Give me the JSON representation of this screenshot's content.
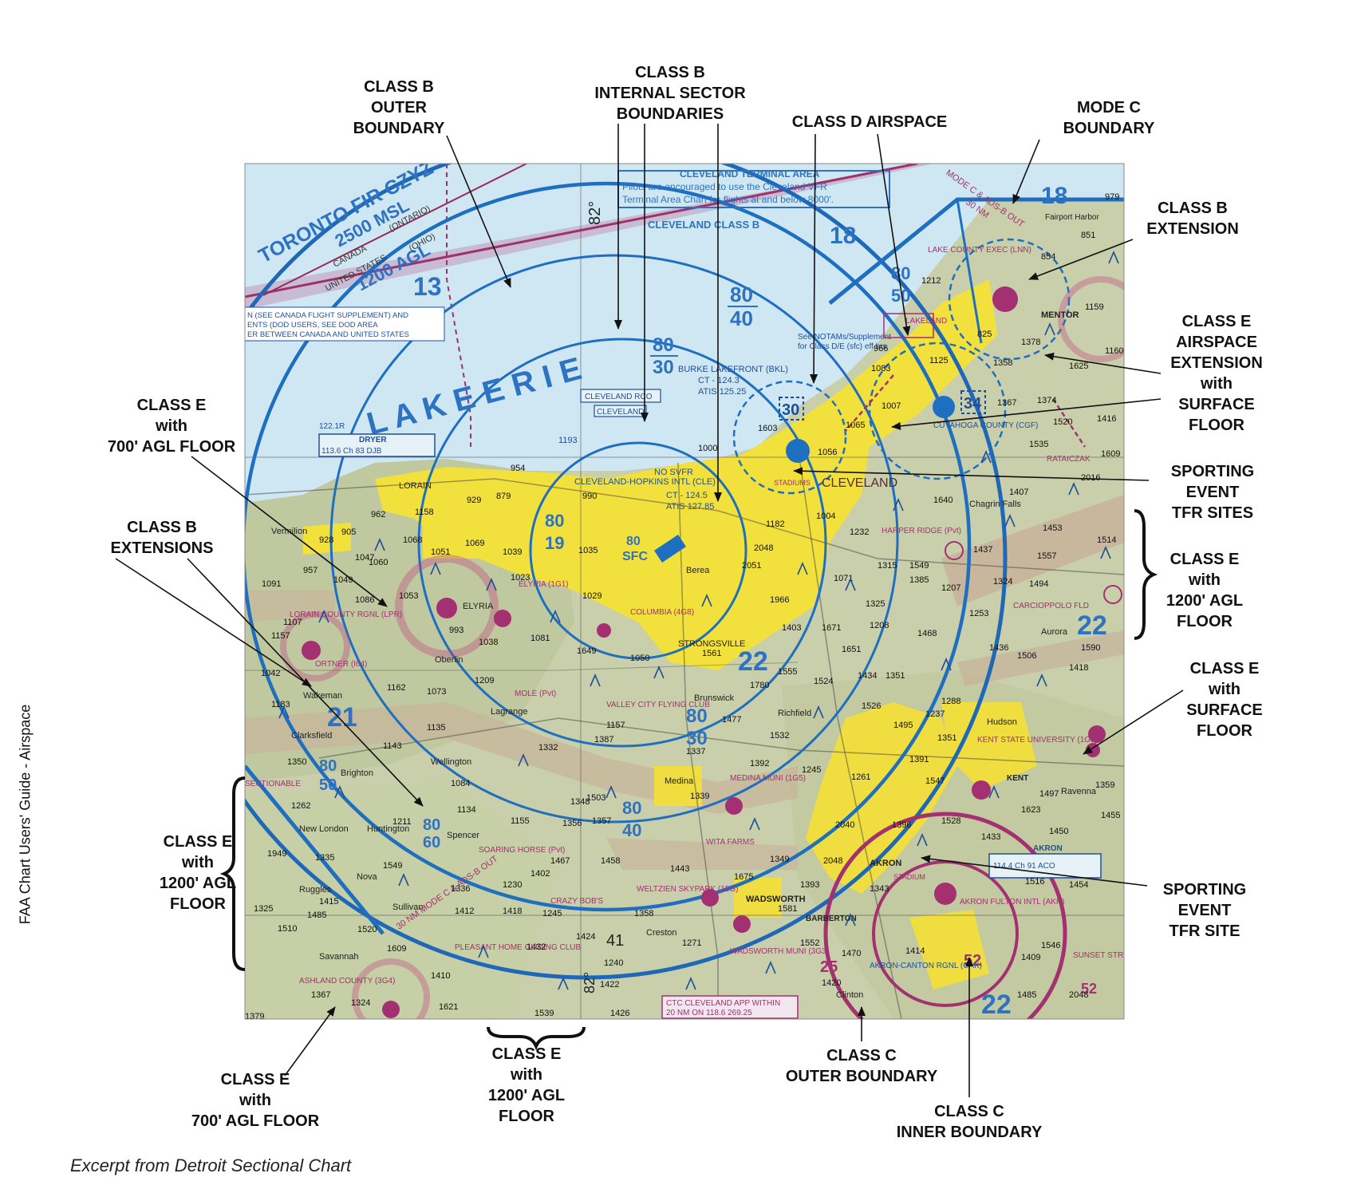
{
  "callouts": {
    "class_b_outer": "CLASS B\nOUTER\nBOUNDARY",
    "class_b_internal": "CLASS B\nINTERNAL SECTOR\nBOUNDARIES",
    "class_d": "CLASS D AIRSPACE",
    "mode_c": "MODE C\nBOUNDARY",
    "class_b_extension_right": "CLASS B\nEXTENSION",
    "class_e_ext_surface": "CLASS E\nAIRSPACE\nEXTENSION\nwith\nSURFACE\nFLOOR",
    "sporting_tfr_sites": "SPORTING\nEVENT\nTFR SITES",
    "class_e_1200_right": "CLASS E\nwith\n1200' AGL\nFLOOR",
    "class_e_surface_right": "CLASS E\nwith\nSURFACE\nFLOOR",
    "sporting_tfr_site": "SPORTING\nEVENT\nTFR SITE",
    "class_c_inner": "CLASS C\nINNER BOUNDARY",
    "class_c_outer": "CLASS C\nOUTER BOUNDARY",
    "class_e_1200_bottom": "CLASS E\nwith\n1200' AGL\nFLOOR",
    "class_e_700_bottom": "CLASS E\nwith\n700' AGL FLOOR",
    "class_e_1200_left": "CLASS E\nwith\n1200' AGL\nFLOOR",
    "class_b_extensions_left": "CLASS B\nEXTENSIONS",
    "class_e_700_left": "CLASS E\nwith\n700' AGL FLOOR"
  },
  "side_label": "FAA Chart Users' Guide  -  Airspace",
  "caption": "Excerpt from Detroit Sectional Chart",
  "map": {
    "lake_name": "L A K E    E R I E",
    "toronto_fir": "TORONTO FIR CZYZ",
    "msl_2500": "2500 MSL",
    "agl_1200": "1200 AGL",
    "canada": "CANADA",
    "ontario": "(ONTARIO)",
    "united_states": "UNITED STATES",
    "ohio": "(OHIO)",
    "meridian_label": "82°",
    "terminal_area_title": "CLEVELAND TERMINAL AREA",
    "terminal_area_line1": "Pilots are encouraged to use the Cleveland VFR",
    "terminal_area_line2": "Terminal Area Chart for flights at and below 8000'.",
    "class_b_name": "CLEVELAND CLASS B",
    "city_cleveland": "CLEVELAND",
    "burke": "BURKE LAKEFRONT (BKL)",
    "burke_ct": "CT - 124.3",
    "burke_atis": "ATIS 125.25",
    "hopkins": "CLEVELAND-HOPKINS INTL (CLE)",
    "hopkins_ct": "CT - 124.5",
    "hopkins_atis": "ATIS 127.85",
    "no_svfr": "NO SVFR",
    "lorain": "LORAIN",
    "elyria": "ELYRIA",
    "vermilion": "Vermilion",
    "oberlin": "Oberlin",
    "wellington": "Wellington",
    "strongsville": "STRONGSVILLE",
    "brunswick": "Brunswick",
    "medina": "Medina",
    "wadsworth": "WADSWORTH",
    "akron": "AKRON",
    "barberton": "BARBERTON",
    "kent": "KENT",
    "hudson": "Hudson",
    "ravenna": "Ravenna",
    "aurora": "Aurora",
    "mentor": "MENTOR",
    "fairport": "Fairport Harbor",
    "chagrin": "Chagrin Falls",
    "berea": "Berea",
    "richfield": "Richfield",
    "lagrange": "Lagrange",
    "new_london": "New London",
    "huntington": "Huntington",
    "spencer": "Spencer",
    "savannah": "Savannah",
    "clinton": "Clinton",
    "creston": "Creston",
    "sullivan": "Sullivan",
    "nova": "Nova",
    "ruggles": "Ruggles",
    "brighton": "Brighton",
    "wakeman": "Wakeman",
    "clarksfield": "Clarksfield",
    "lake_county_exec": "LAKE COUNTY EXEC (LNN)",
    "lakeland": "LAKELAND",
    "cuyahoga": "CUYAHOGA COUNTY (CGF)",
    "harper_ridge": "HARPER RIDGE (Pvt)",
    "columbia": "COLUMBIA (4G8)",
    "lorain_county": "LORAIN COUNTY RGNL (LPR)",
    "medina_muni": "MEDINA MUNI (1G5)",
    "wita_farms": "WITA FARMS",
    "weltzien": "WELTZIEN SKYPARK (15G)",
    "wadsworth_muni": "WADSWORTH MUNI (3G3)",
    "akron_fulton": "AKRON FULTON INTL (AKR)",
    "akron_canton": "AKRON-CANTON RGNL (CAK)",
    "kent_state": "KENT STATE UNIVERSITY (1G3)",
    "ashland": "ASHLAND COUNTY (3G4)",
    "valley_city": "VALLEY CITY FLYING CLUB",
    "mole": "MOLE (Pvt)",
    "soaring_horse": "SOARING HORSE (Pvt)",
    "crazy_bobs": "CRAZY BOB'S",
    "pleasant_home": "PLEASANT HOME GLIDING CLUB",
    "carcioppolo": "CARCIOPPOLO FLD",
    "rataiczak": "RATAICZAK",
    "ortner": "ORTNER (I64)",
    "elyria_airport": "ELYRIA (1G1)",
    "sunset_strip": "SUNSET STRIP",
    "stadium": "STADIUM",
    "stadiums": "STADIUMS",
    "dryer": "DRYER",
    "dryer_freq": "113.6 Ch 83 DJB",
    "dryer_top": "122.1R",
    "akron_vor": "AKRON",
    "akron_vor_freq": "114.4 Ch 91 ACO",
    "cleveland_rco": "CLEVELAND RCO",
    "cleveland_rco_box": "CLEVELAND",
    "ctc": "CTC CLEVELAND APP WITHIN",
    "ctc2": "20 NM ON 118.6 269.25",
    "mode_c_text": "MODE C & ADS-B OUT",
    "mode_c_nm": "30 NM",
    "mode_c_bottom": "30 NM MODE C & ADS-B OUT",
    "sectionable": "SECTIONABLE",
    "notams": "See NOTAMs/Supplement",
    "notams2": "for Class D/E (sfc) eff hrs",
    "fir_note1": "N (SEE CANADA FLIGHT SUPPLEMENT) AND",
    "fir_note2": "ENTS (DOD USERS, SEE DOD AREA",
    "fir_note3": "ER BETWEEN CANADA AND UNITED STATES",
    "sector_top": "80",
    "sector_bottom_40": "40",
    "sector_bottom_30": "30",
    "sector_19": "19",
    "sector_sfc": "SFC",
    "sector_50": "50",
    "sector_60": "60",
    "sector_13": "13",
    "sector_18": "18",
    "sector_21": "21",
    "sector_22": "22",
    "sector_34": "34",
    "sector_30d": "30",
    "sector_25": "25",
    "sector_52": "52",
    "sector_41": "41",
    "sector_82b": "82°",
    "elev_1193": "1193",
    "elev_1603": "1603",
    "elev_2048": "2048",
    "elev_2051": "2051",
    "elev_1966": "1966",
    "elev_1561": "1561",
    "elev_1640": "1640",
    "elev_1514": "1514",
    "elev_1609": "1609",
    "elev_1416": "1416",
    "elev_1520": "1520",
    "elev_1625": "1625",
    "elev_1378": "1378",
    "elev_1358": "1358",
    "elev_1212": "1212",
    "elev_979": "979",
    "elev_1083": "1083",
    "elev_1007": "1007",
    "elev_1065": "1065",
    "elev_1056": "1056",
    "elev_1000": "1000",
    "elev_962": "962",
    "elev_929": "929",
    "elev_879": "879",
    "elev_954": "954",
    "elev_990": "990",
    "elev_1158": "1158",
    "elev_1068": "1068",
    "elev_1051": "1051",
    "elev_1069": "1069",
    "elev_1039": "1039",
    "elev_1035": "1035",
    "elev_1060": "1060",
    "elev_1023": "1023",
    "elev_1029": "1029",
    "elev_1182": "1182",
    "elev_1004": "1004",
    "elev_1232": "1232",
    "elev_1315": "1315",
    "elev_1549": "1549",
    "elev_1385": "1385",
    "elev_1207": "1207",
    "elev_1071": "1071",
    "elev_1325": "1325",
    "elev_1208": "1208",
    "elev_1403": "1403",
    "elev_1671": "1671",
    "elev_1468": "1468",
    "elev_1253": "1253",
    "elev_1324": "1324",
    "elev_1494": "1494",
    "elev_1557": "1557",
    "elev_1437": "1437",
    "elev_1453": "1453",
    "elev_1407": "1407",
    "elev_2016": "2016",
    "elev_1590": "1590",
    "elev_1418": "1418",
    "elev_1506": "1506",
    "elev_1436": "1436",
    "elev_1651": "1651",
    "elev_1434": "1434",
    "elev_1351": "1351",
    "elev_1526": "1526",
    "elev_1495": "1495",
    "elev_1555": "1555",
    "elev_1524": "1524",
    "elev_1780": "1780",
    "elev_1477": "1477",
    "elev_1532": "1532",
    "elev_1392": "1392",
    "elev_1245": "1245",
    "elev_1339": "1339",
    "elev_1337": "1337",
    "elev_1387": "1387",
    "elev_1157": "1157",
    "elev_1209": "1209",
    "elev_1073": "1073",
    "elev_1162": "1162",
    "elev_1050": "1050",
    "elev_1649": "1649",
    "elev_1038": "1038",
    "elev_1081": "1081",
    "elev_993": "993",
    "elev_1053": "1053",
    "elev_1086": "1086",
    "elev_1049": "1049",
    "elev_957": "957",
    "elev_928": "928",
    "elev_905": "905",
    "elev_1047": "1047",
    "elev_1091": "1091",
    "elev_1107": "1107",
    "elev_1157b": "1157",
    "elev_1042": "1042",
    "elev_1183": "1183",
    "elev_1135": "1135",
    "elev_1143": "1143",
    "elev_1350": "1350",
    "elev_1262": "1262",
    "elev_1084": "1084",
    "elev_1134": "1134",
    "elev_1211": "1211",
    "elev_1155": "1155",
    "elev_1356": "1356",
    "elev_1348": "1348",
    "elev_1503": "1503",
    "elev_1357": "1357",
    "elev_1332": "1332",
    "elev_1467": "1467",
    "elev_1458": "1458",
    "elev_1230": "1230",
    "elev_1336": "1336",
    "elev_1402": "1402",
    "elev_1549b": "1549",
    "elev_1335": "1335",
    "elev_1949": "1949",
    "elev_1325b": "1325",
    "elev_1485": "1485",
    "elev_1415": "1415",
    "elev_1510": "1510",
    "elev_1520b": "1520",
    "elev_1609b": "1609",
    "elev_1412": "1412",
    "elev_1418b": "1418",
    "elev_1245b": "1245",
    "elev_1424": "1424",
    "elev_1432": "1432",
    "elev_1410": "1410",
    "elev_1367": "1367",
    "elev_1324b": "1324",
    "elev_1621": "1621",
    "elev_1539": "1539",
    "elev_1426": "1426",
    "elev_1379": "1379",
    "elev_1240": "1240",
    "elev_1422": "1422",
    "elev_1271": "1271",
    "elev_1358b": "1358",
    "elev_1443": "1443",
    "elev_1675": "1675",
    "elev_1349": "1349",
    "elev_1393": "1393",
    "elev_1581": "1581",
    "elev_1552": "1552",
    "elev_1470": "1470",
    "elev_1420": "1420",
    "elev_1343": "1343",
    "elev_1414": "1414",
    "elev_1409": "1409",
    "elev_1485b": "1485",
    "elev_1546": "1546",
    "elev_2048b": "2048",
    "elev_1516": "1516",
    "elev_1454": "1454",
    "elev_2040": "2040",
    "elev_2048c": "2048",
    "elev_1396": "1396",
    "elev_1261": "1261",
    "elev_1547": "1547",
    "elev_1528": "1528",
    "elev_1433": "1433",
    "elev_1623": "1623",
    "elev_1450": "1450",
    "elev_1455": "1455",
    "elev_1359": "1359",
    "elev_1497": "1497",
    "elev_1391": "1391",
    "elev_1351b": "1351",
    "elev_1237": "1237",
    "elev_1288": "1288",
    "elev_1535": "1535",
    "elev_1367b": "1367",
    "elev_1374": "1374",
    "elev_1159": "1159",
    "elev_1160": "1160",
    "elev_966": "966",
    "elev_1125": "1125",
    "elev_825": "825",
    "elev_851": "851",
    "elev_854": "854"
  }
}
